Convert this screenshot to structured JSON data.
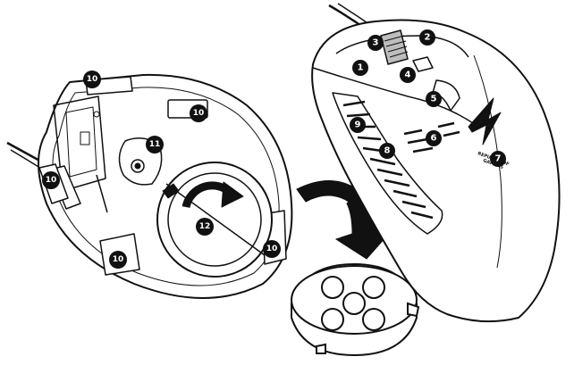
{
  "callouts": [
    {
      "id": "c1",
      "label": "1"
    },
    {
      "id": "c2",
      "label": "2"
    },
    {
      "id": "c3",
      "label": "3"
    },
    {
      "id": "c4",
      "label": "4"
    },
    {
      "id": "c5",
      "label": "5"
    },
    {
      "id": "c6",
      "label": "6"
    },
    {
      "id": "c7",
      "label": "7"
    },
    {
      "id": "c8",
      "label": "8"
    },
    {
      "id": "c9",
      "label": "9"
    },
    {
      "id": "c10a",
      "label": "10"
    },
    {
      "id": "c10b",
      "label": "10"
    },
    {
      "id": "c10c",
      "label": "10"
    },
    {
      "id": "c10d",
      "label": "10"
    },
    {
      "id": "c10e",
      "label": "10"
    },
    {
      "id": "c11",
      "label": "11"
    },
    {
      "id": "c12",
      "label": "12"
    }
  ],
  "logo": {
    "line1": "REPUBLIC OF",
    "line2": "GAMERS"
  },
  "colors": {
    "ink": "#111111",
    "paper": "#ffffff",
    "shade": "#d9d9d9"
  }
}
